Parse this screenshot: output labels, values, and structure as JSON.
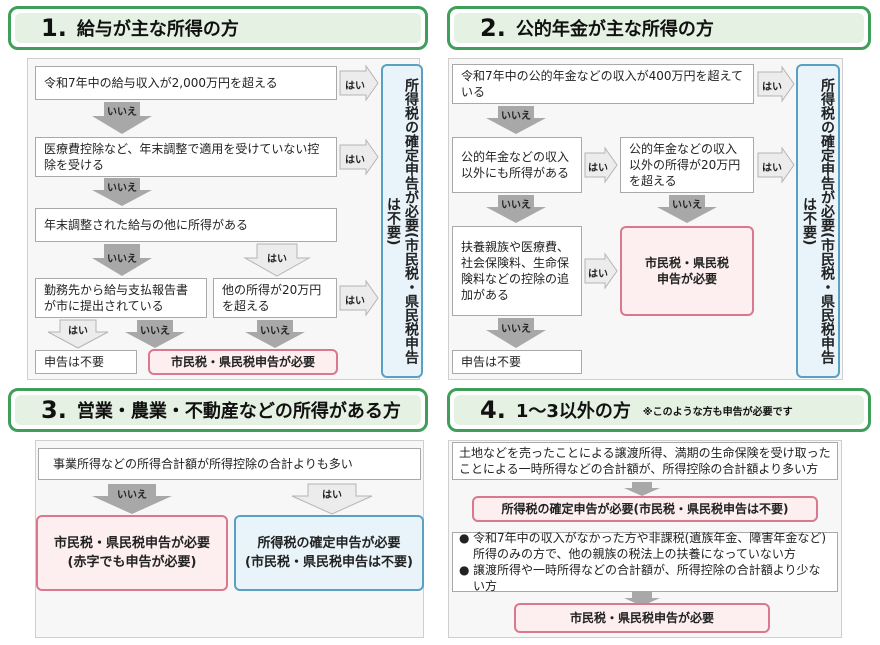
{
  "s1": {
    "num": "1.",
    "title": "給与が主な所得の方",
    "q1": "令和7年中の給与収入が2,000万円を超える",
    "q2": "医療費控除など、年末調整で適用を受けていない控除を受ける",
    "q3": "年末調整された給与の他に所得がある",
    "q4": "勤務先から給与支払報告書が市に提出されている",
    "q5": "他の所得が20万円を超える",
    "r_none": "申告は不要",
    "r_city": "市民税・県民税申告が必要",
    "r_income": "所得税の確定申告が必要(市民税・県民税申告は不要)"
  },
  "s2": {
    "num": "2.",
    "title": "公的年金が主な所得の方",
    "q1": "令和7年中の公的年金などの収入が400万円を超えている",
    "q2": "公的年金などの収入以外にも所得がある",
    "q3": "公的年金などの収入以外の所得が20万円を超える",
    "q4": "扶養親族や医療費、社会保険料、生命保険料などの控除の追加がある",
    "r_city": "市民税・県民税申告が必要",
    "r_none": "申告は不要",
    "r_income": "所得税の確定申告が必要(市民税・県民税申告は不要)"
  },
  "s3": {
    "num": "3.",
    "title": "営業・農業・不動産などの所得がある方",
    "q1": "事業所得などの所得合計額が所得控除の合計よりも多い",
    "r_city_1": "市民税・県民税申告が必要",
    "r_city_2": "(赤字でも申告が必要)",
    "r_income_1": "所得税の確定申告が必要",
    "r_income_2": "(市民税・県民税申告は不要)"
  },
  "s4": {
    "num": "4.",
    "title": "1～3以外の方",
    "note": "※このような方も申告が必要です",
    "q1": "土地などを売ったことによる譲渡所得、満期の生命保険を受け取ったことによる一時所得などの合計額が、所得控除の合計額より多い方",
    "r_income": "所得税の確定申告が必要(市民税・県民税申告は不要)",
    "bullet1": "令和7年中の収入がなかった方や非課税(遺族年金、障害年金など)所得のみの方で、他の親族の税法上の扶養になっていない方",
    "bullet2": "譲渡所得や一時所得などの合計額が、所得控除の合計額より少ない方",
    "r_city": "市民税・県民税申告が必要"
  },
  "labels": {
    "yes": "はい",
    "no": "いいえ"
  },
  "colors": {
    "header_border": "#3f9e58",
    "header_fill": "#e4f1e3",
    "pink_border": "#d9788e",
    "blue_border": "#5aa0c2",
    "arrow_gray": "#a8a8a8",
    "arrow_light": "#e9e9e9"
  }
}
